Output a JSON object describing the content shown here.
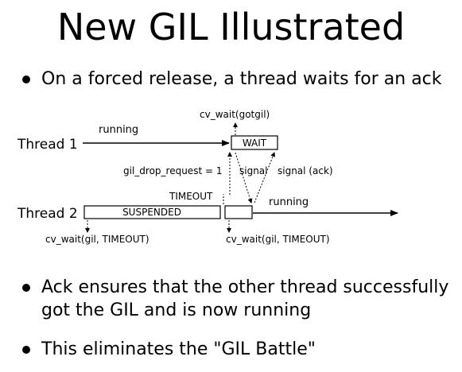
{
  "slide": {
    "title": "New GIL Illustrated",
    "bullets": [
      "On a forced release, a thread waits for an ack",
      "Ack ensures that the other thread successfully got the GIL and is now running",
      "This eliminates the \"GIL Battle\""
    ]
  },
  "diagram": {
    "thread1_label": "Thread 1",
    "thread2_label": "Thread 2",
    "t1_running": "running",
    "t2_running": "running",
    "wait_box": "WAIT",
    "suspended_box": "SUSPENDED",
    "cv_wait_gotgil": "cv_wait(gotgil)",
    "gil_drop_request": "gil_drop_request = 1",
    "signal": "signal",
    "signal_ack": "signal (ack)",
    "timeout": "TIMEOUT",
    "cv_wait_timeout_left": "cv_wait(gil, TIMEOUT)",
    "cv_wait_timeout_right": "cv_wait(gil, TIMEOUT)"
  }
}
